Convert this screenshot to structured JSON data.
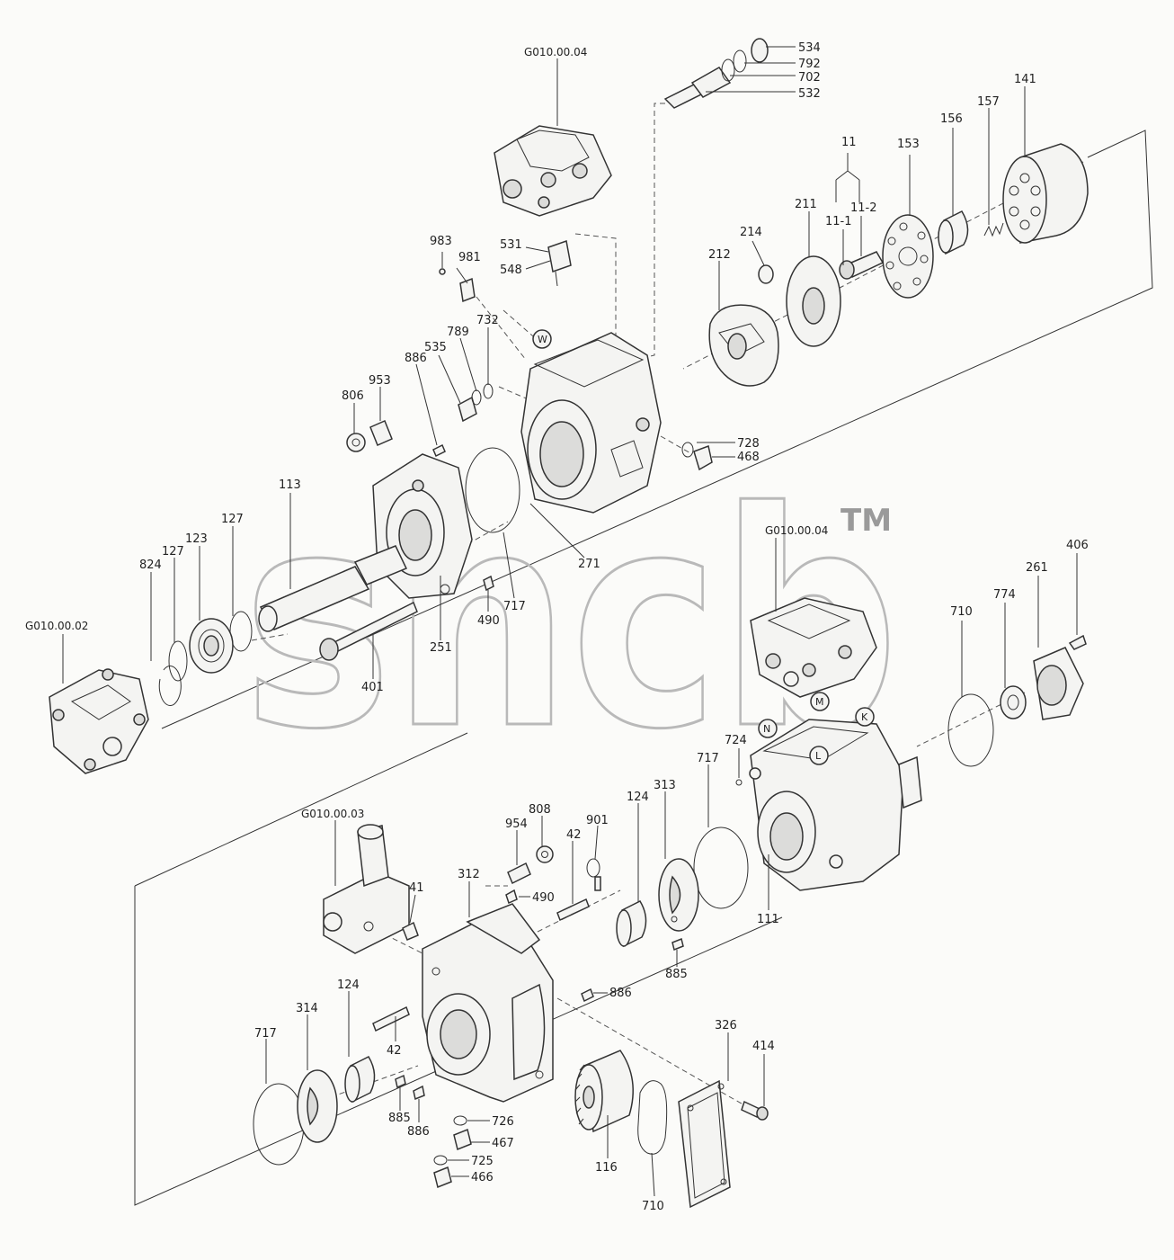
{
  "watermark": {
    "text": "sncb",
    "mark": "TM"
  },
  "assemblies": {
    "g0402": "G010.00.02",
    "g0403": "G010.00.03",
    "g0404_top": "G010.00.04",
    "g0404_mid": "G010.00.04"
  },
  "parts": {
    "p534": "534",
    "p792": "792",
    "p702": "702",
    "p532": "532",
    "p141": "141",
    "p157": "157",
    "p156": "156",
    "p153": "153",
    "p11": "11",
    "p11_1": "11-1",
    "p11_2": "11-2",
    "p211": "211",
    "p214": "214",
    "p212": "212",
    "p983": "983",
    "p981": "981",
    "p531": "531",
    "p548": "548",
    "p732": "732",
    "p789": "789",
    "p535": "535",
    "p886a": "886",
    "p953": "953",
    "p806": "806",
    "p728": "728",
    "p468": "468",
    "p113": "113",
    "p127a": "127",
    "p127b": "127",
    "p123": "123",
    "p824": "824",
    "p271": "271",
    "p717a": "717",
    "p490a": "490",
    "p251": "251",
    "p401": "401",
    "p406": "406",
    "p261": "261",
    "p774": "774",
    "p710a": "710",
    "p724": "724",
    "p717b": "717",
    "p111": "111",
    "p808": "808",
    "p954": "954",
    "p901": "901",
    "p42a": "42",
    "p124a": "124",
    "p313": "313",
    "p312": "312",
    "p490b": "490",
    "p41": "41",
    "p885a": "885",
    "p886b": "886",
    "p124b": "124",
    "p314": "314",
    "p717c": "717",
    "p42b": "42",
    "p885b": "885",
    "p886c": "886",
    "p726": "726",
    "p467": "467",
    "p725": "725",
    "p466": "466",
    "p116": "116",
    "p710b": "710",
    "p326": "326",
    "p414": "414"
  },
  "port_marks": {
    "w": "W",
    "m": "M",
    "n": "N",
    "k": "K",
    "l": "L"
  }
}
